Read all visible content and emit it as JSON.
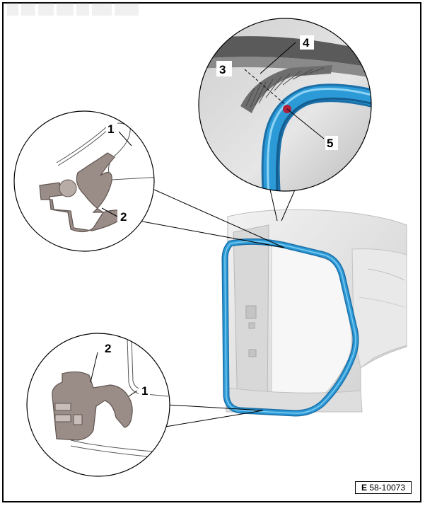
{
  "figure": {
    "id_prefix": "E",
    "id_number": "58-10073"
  },
  "callouts": {
    "upper_detail": {
      "trim": "1",
      "seal": "2"
    },
    "lower_detail": {
      "seal": "2",
      "trim": "1"
    },
    "magnified_detail": {
      "left_mark": "3",
      "top_mark": "4",
      "seal_point": "5"
    }
  },
  "colors": {
    "seal": "#2c9ad6",
    "seal_dark": "#1b6fa8",
    "seal_profile": "#9a8c86",
    "body_panel": "#e6e6e6",
    "marker_dot": "#b0203a"
  }
}
